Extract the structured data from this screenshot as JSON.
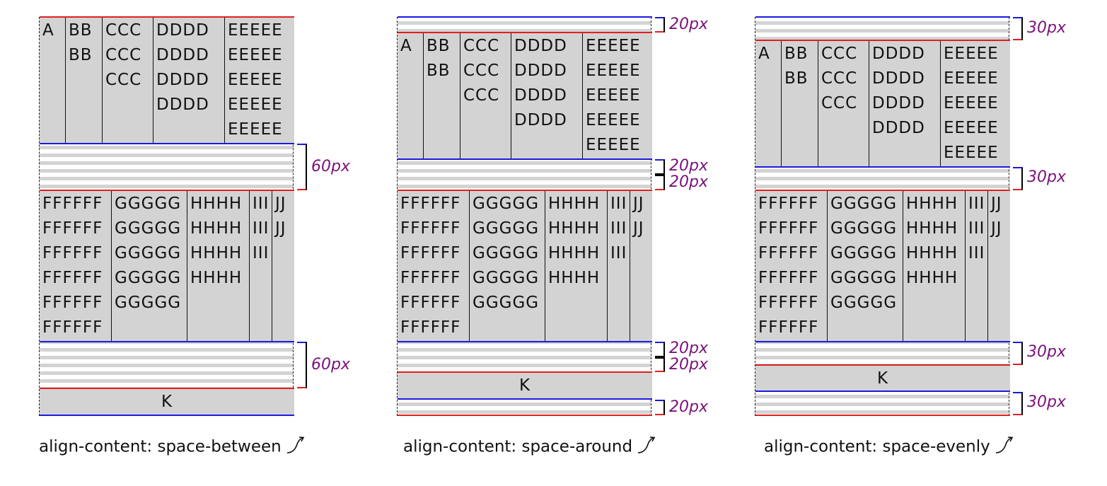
{
  "colors": {
    "item_fill": "#d3d3d3",
    "item_border": "#111111",
    "cross_start_edge": "#e02020",
    "cross_end_edge": "#1a1ae0",
    "gap_label": "#7a117a",
    "stripe": "#d3d3d3"
  },
  "icons": {
    "caption_arrow": "curved-up-right-arrow-icon"
  },
  "panels": [
    {
      "id": "space-between",
      "caption": "align-content: space-between",
      "gap_labels": [
        "60px",
        "60px"
      ],
      "lines": [
        {
          "items": [
            "A",
            "BB\nBB",
            "CCC\nCCC\nCCC",
            "DDDD\nDDDD\nDDDD\nDDDD",
            "EEEEE\nEEEEE\nEEEEE\nEEEEE\nEEEEE"
          ]
        },
        {
          "items": [
            "FFFFFF\nFFFFFF\nFFFFFF\nFFFFFF\nFFFFFF\nFFFFFF",
            "GGGGG\nGGGGG\nGGGGG\nGGGGG\nGGGGG",
            "HHHH\nHHHH\nHHHH\nHHHH",
            "III\nIII\nIII",
            "JJ\nJJ"
          ]
        },
        {
          "items": [
            "K"
          ]
        }
      ]
    },
    {
      "id": "space-around",
      "caption": "align-content: space-around",
      "gap_labels": [
        "20px",
        "20px",
        "20px",
        "20px",
        "20px",
        "20px"
      ],
      "lines": [
        {
          "items": [
            "A",
            "BB\nBB",
            "CCC\nCCC\nCCC",
            "DDDD\nDDDD\nDDDD\nDDDD",
            "EEEEE\nEEEEE\nEEEEE\nEEEEE\nEEEEE"
          ]
        },
        {
          "items": [
            "FFFFFF\nFFFFFF\nFFFFFF\nFFFFFF\nFFFFFF\nFFFFFF",
            "GGGGG\nGGGGG\nGGGGG\nGGGGG\nGGGGG",
            "HHHH\nHHHH\nHHHH\nHHHH",
            "III\nIII\nIII",
            "JJ\nJJ"
          ]
        },
        {
          "items": [
            "K"
          ]
        }
      ]
    },
    {
      "id": "space-evenly",
      "caption": "align-content: space-evenly",
      "gap_labels": [
        "30px",
        "30px",
        "30px",
        "30px"
      ],
      "lines": [
        {
          "items": [
            "A",
            "BB\nBB",
            "CCC\nCCC\nCCC",
            "DDDD\nDDDD\nDDDD\nDDDD",
            "EEEEE\nEEEEE\nEEEEE\nEEEEE\nEEEEE"
          ]
        },
        {
          "items": [
            "FFFFFF\nFFFFFF\nFFFFFF\nFFFFFF\nFFFFFF\nFFFFFF",
            "GGGGG\nGGGGG\nGGGGG\nGGGGG\nGGGGG",
            "HHHH\nHHHH\nHHHH\nHHHH",
            "III\nIII\nIII",
            "JJ\nJJ"
          ]
        },
        {
          "items": [
            "K"
          ]
        }
      ]
    }
  ]
}
